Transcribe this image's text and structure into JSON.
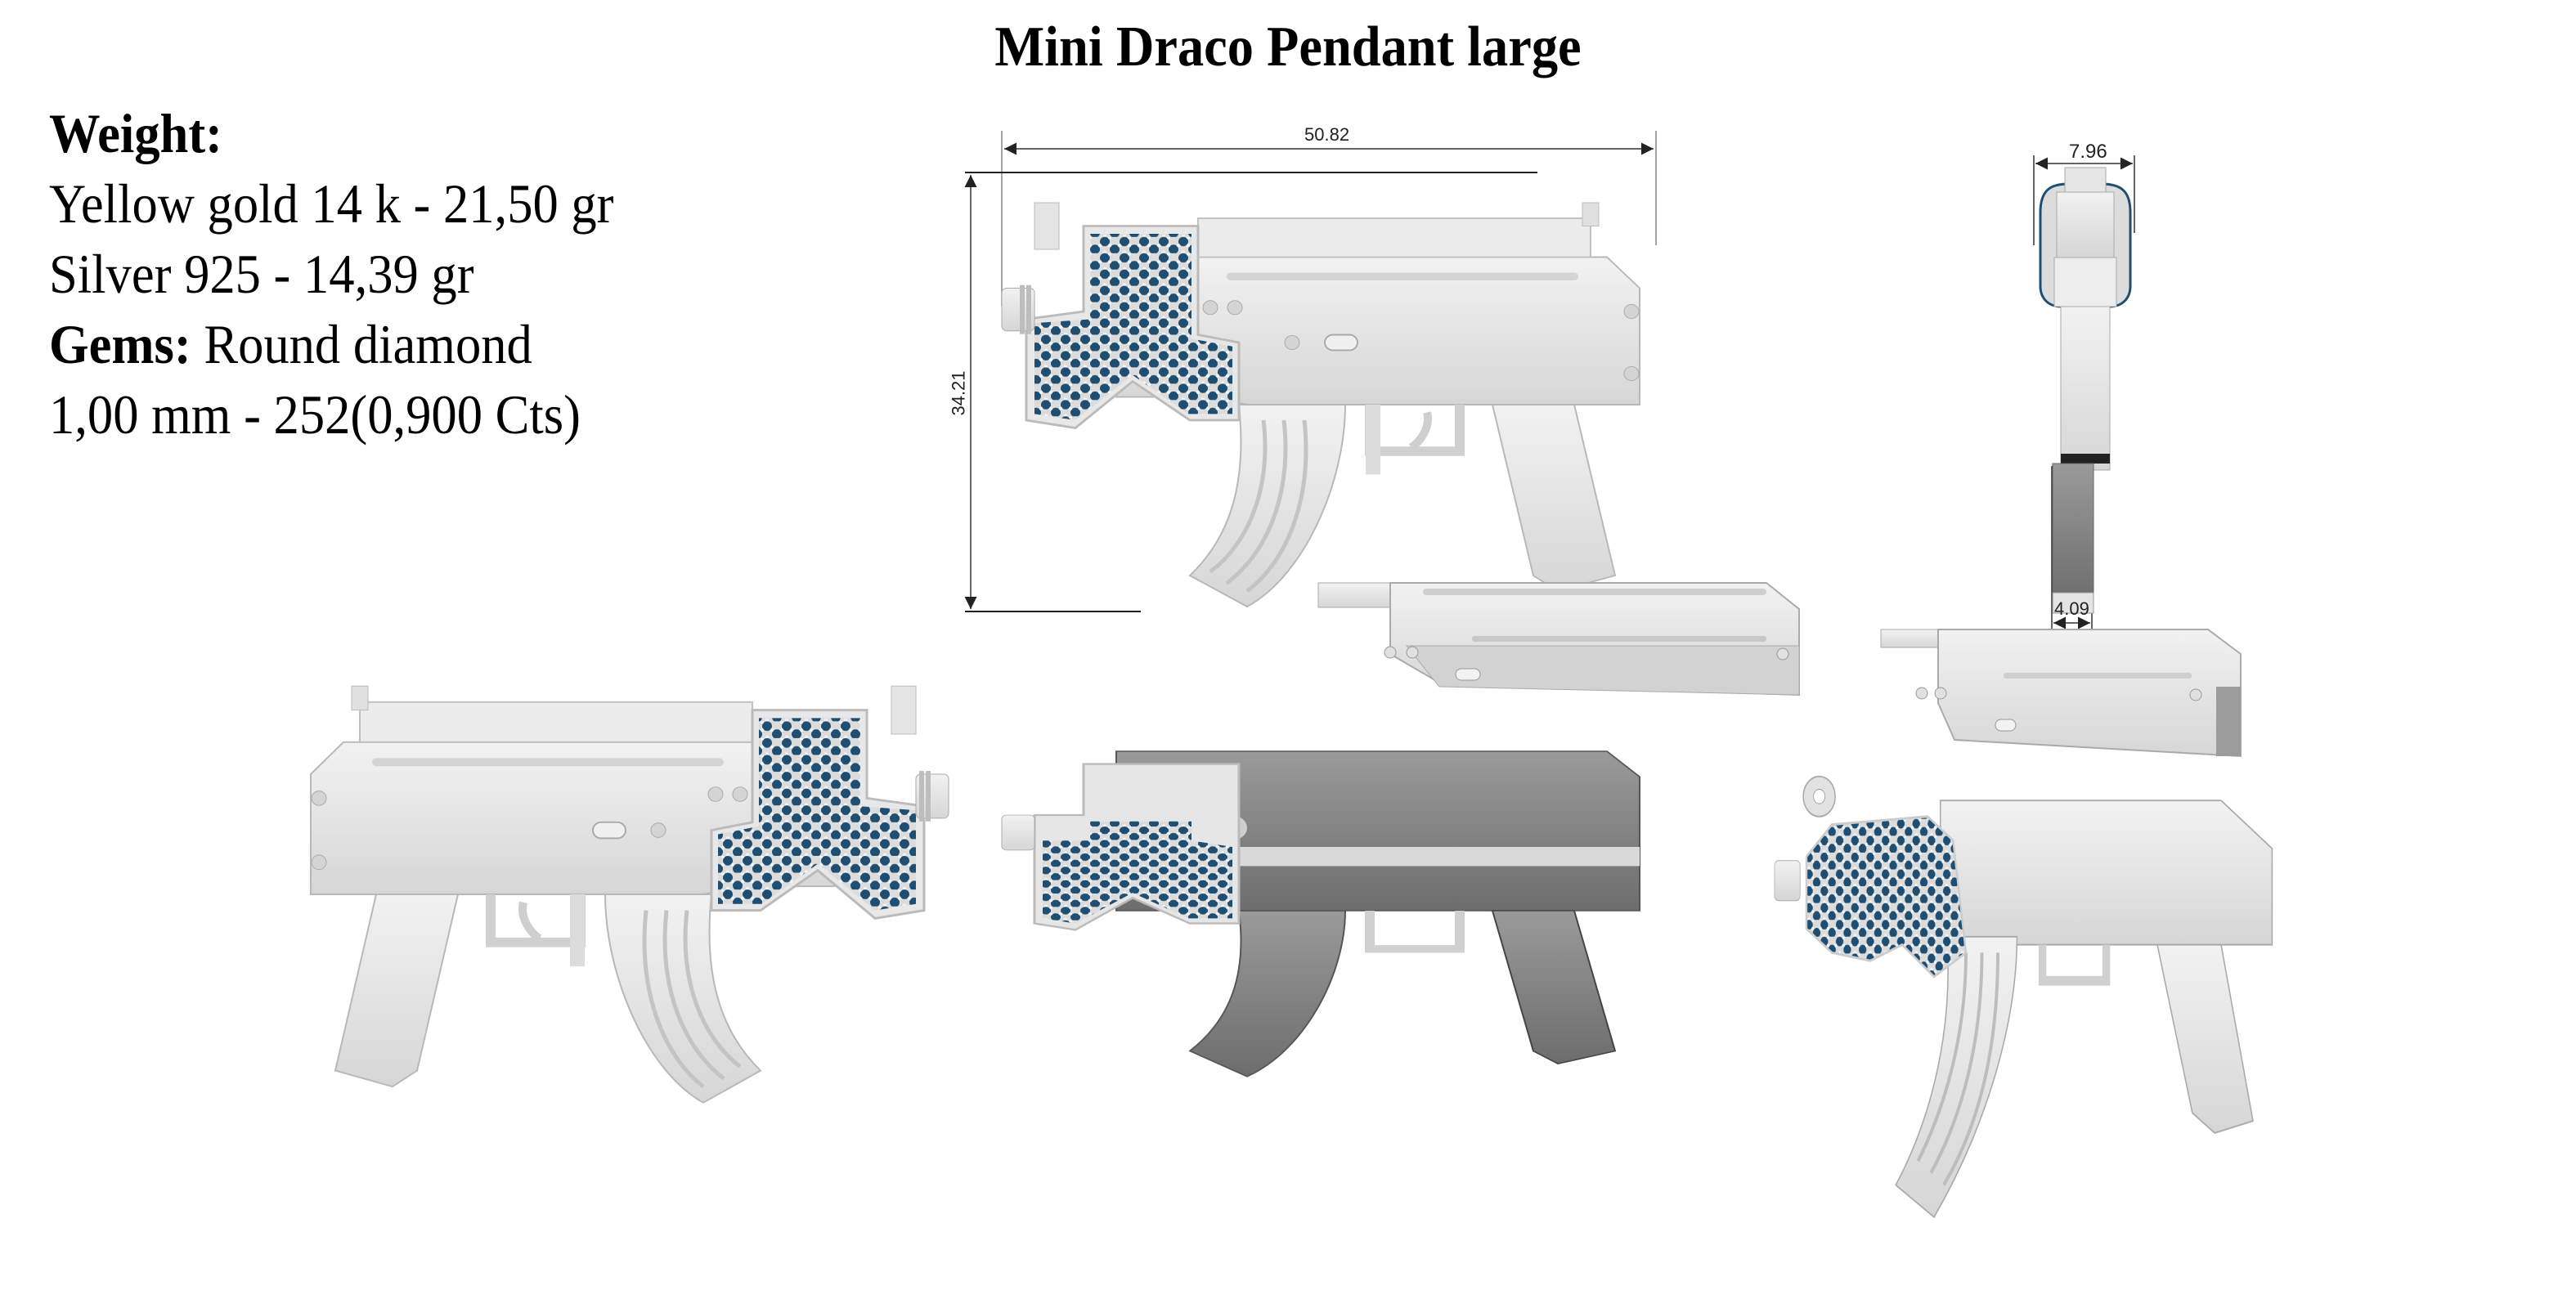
{
  "title": "Mini Draco Pendant large",
  "specs": {
    "weight_label": "Weight:",
    "lines": [
      "Yellow gold 14 k - 21,50 gr",
      "Silver 925 - 14,39 gr"
    ],
    "gems_label": "Gems:",
    "gems_value": " Round diamond",
    "gem_detail": "1,00 mm - 252(0,900 Cts)"
  },
  "dimensions": {
    "length": "50.82",
    "height": "34.21",
    "width_top": "7.96",
    "width_grip": "4.09"
  },
  "colors": {
    "metal": "#e6e6e6",
    "metal_shade": "#c8c8c8",
    "metal_dark": "#7a7a7a",
    "gem": "#1f4e73",
    "gem_highlight": "#f4f4f4",
    "dimension_line": "#333333"
  },
  "views": [
    "side-view-right-dimensioned",
    "side-view-left",
    "receiver-cover-detached",
    "cross-section-side-view",
    "rear-view-dimensioned",
    "receiver-cover-detached-rear",
    "perspective-cutaway-view"
  ]
}
